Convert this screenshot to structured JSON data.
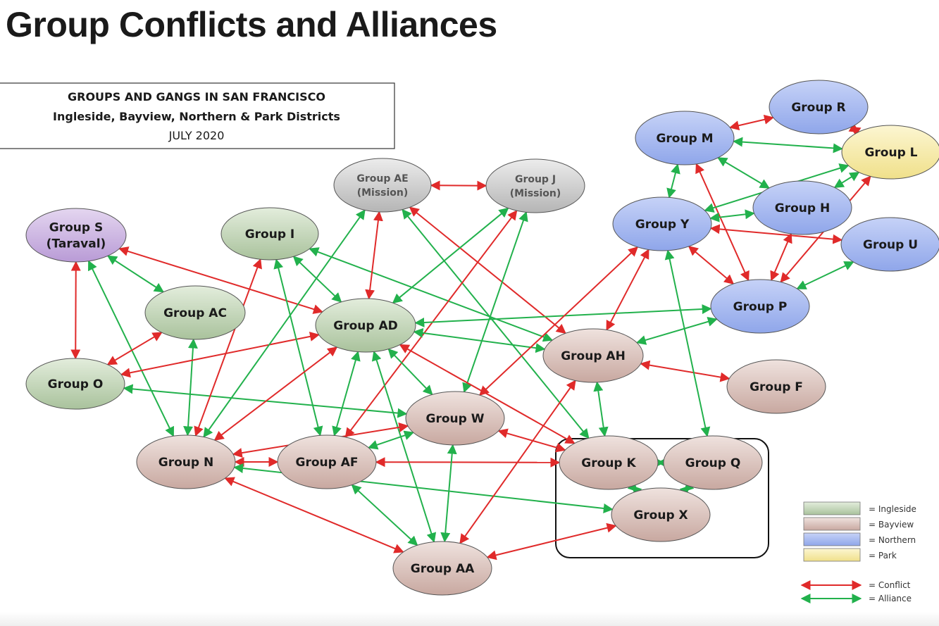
{
  "page": {
    "title": "Group Conflicts and Alliances"
  },
  "titlebox": {
    "line1": "GROUPS AND GANGS IN SAN FRANCISCO",
    "line2": "Ingleside, Bayview, Northern & Park Districts",
    "line3": "JULY 2020"
  },
  "colors": {
    "ingleside": "#b9cdb0",
    "bayview": "#d6bdb6",
    "northern": "#a8b8ee",
    "park": "#f6ecaa",
    "taraval": "#cbb3e0",
    "mission": "#cccccc",
    "conflict": "#e02a2a",
    "alliance": "#22b14c"
  },
  "nodes": [
    {
      "id": "S",
      "lines": [
        "Group S",
        "(Taraval)"
      ],
      "district": "taraval"
    },
    {
      "id": "I",
      "lines": [
        "Group I"
      ],
      "district": "ingleside"
    },
    {
      "id": "AE",
      "lines": [
        "Group AE",
        "(Mission)"
      ],
      "district": "mission"
    },
    {
      "id": "J",
      "lines": [
        "Group J",
        "(Mission)"
      ],
      "district": "mission"
    },
    {
      "id": "AC",
      "lines": [
        "Group AC"
      ],
      "district": "ingleside"
    },
    {
      "id": "AD",
      "lines": [
        "Group AD"
      ],
      "district": "ingleside"
    },
    {
      "id": "O",
      "lines": [
        "Group O"
      ],
      "district": "ingleside"
    },
    {
      "id": "N",
      "lines": [
        "Group N"
      ],
      "district": "bayview"
    },
    {
      "id": "AF",
      "lines": [
        "Group AF"
      ],
      "district": "bayview"
    },
    {
      "id": "W",
      "lines": [
        "Group W"
      ],
      "district": "bayview"
    },
    {
      "id": "AA",
      "lines": [
        "Group AA"
      ],
      "district": "bayview"
    },
    {
      "id": "AH",
      "lines": [
        "Group AH"
      ],
      "district": "bayview"
    },
    {
      "id": "F",
      "lines": [
        "Group F"
      ],
      "district": "bayview"
    },
    {
      "id": "K",
      "lines": [
        "Group K"
      ],
      "district": "bayview"
    },
    {
      "id": "Q",
      "lines": [
        "Group Q"
      ],
      "district": "bayview"
    },
    {
      "id": "X",
      "lines": [
        "Group X"
      ],
      "district": "bayview"
    },
    {
      "id": "M",
      "lines": [
        "Group M"
      ],
      "district": "northern"
    },
    {
      "id": "R",
      "lines": [
        "Group R"
      ],
      "district": "northern"
    },
    {
      "id": "L",
      "lines": [
        "Group L"
      ],
      "district": "park"
    },
    {
      "id": "H",
      "lines": [
        "Group H"
      ],
      "district": "northern"
    },
    {
      "id": "Y",
      "lines": [
        "Group Y"
      ],
      "district": "northern"
    },
    {
      "id": "U",
      "lines": [
        "Group U"
      ],
      "district": "northern"
    },
    {
      "id": "P",
      "lines": [
        "Group P"
      ],
      "district": "northern"
    }
  ],
  "edges": [
    {
      "from": "S",
      "to": "O",
      "type": "conflict"
    },
    {
      "from": "S",
      "to": "AD",
      "type": "conflict"
    },
    {
      "from": "S",
      "to": "AC",
      "type": "alliance"
    },
    {
      "from": "S",
      "to": "N",
      "type": "alliance"
    },
    {
      "from": "AC",
      "to": "O",
      "type": "conflict"
    },
    {
      "from": "AC",
      "to": "N",
      "type": "alliance"
    },
    {
      "from": "O",
      "to": "AD",
      "type": "conflict"
    },
    {
      "from": "O",
      "to": "W",
      "type": "alliance"
    },
    {
      "from": "I",
      "to": "N",
      "type": "conflict"
    },
    {
      "from": "I",
      "to": "AD",
      "type": "alliance"
    },
    {
      "from": "I",
      "to": "AF",
      "type": "alliance"
    },
    {
      "from": "I",
      "to": "AH",
      "type": "alliance"
    },
    {
      "from": "AE",
      "to": "J",
      "type": "conflict"
    },
    {
      "from": "AE",
      "to": "AD",
      "type": "conflict"
    },
    {
      "from": "AE",
      "to": "N",
      "type": "alliance"
    },
    {
      "from": "AE",
      "to": "AH",
      "type": "conflict"
    },
    {
      "from": "AE",
      "to": "K",
      "type": "alliance"
    },
    {
      "from": "J",
      "to": "AD",
      "type": "alliance"
    },
    {
      "from": "J",
      "to": "W",
      "type": "alliance"
    },
    {
      "from": "J",
      "to": "AF",
      "type": "conflict"
    },
    {
      "from": "AD",
      "to": "N",
      "type": "conflict"
    },
    {
      "from": "AD",
      "to": "AF",
      "type": "alliance"
    },
    {
      "from": "AD",
      "to": "W",
      "type": "alliance"
    },
    {
      "from": "AD",
      "to": "AA",
      "type": "alliance"
    },
    {
      "from": "AD",
      "to": "AH",
      "type": "alliance"
    },
    {
      "from": "AD",
      "to": "P",
      "type": "alliance"
    },
    {
      "from": "AD",
      "to": "K",
      "type": "conflict"
    },
    {
      "from": "N",
      "to": "W",
      "type": "conflict"
    },
    {
      "from": "N",
      "to": "AF",
      "type": "conflict"
    },
    {
      "from": "N",
      "to": "AA",
      "type": "conflict"
    },
    {
      "from": "N",
      "to": "X",
      "type": "alliance"
    },
    {
      "from": "AF",
      "to": "W",
      "type": "alliance"
    },
    {
      "from": "AF",
      "to": "AA",
      "type": "alliance"
    },
    {
      "from": "AF",
      "to": "K",
      "type": "conflict"
    },
    {
      "from": "W",
      "to": "AA",
      "type": "alliance"
    },
    {
      "from": "W",
      "to": "K",
      "type": "conflict"
    },
    {
      "from": "W",
      "to": "Y",
      "type": "conflict"
    },
    {
      "from": "AA",
      "to": "AH",
      "type": "conflict"
    },
    {
      "from": "AA",
      "to": "X",
      "type": "conflict"
    },
    {
      "from": "AH",
      "to": "F",
      "type": "conflict"
    },
    {
      "from": "AH",
      "to": "K",
      "type": "alliance"
    },
    {
      "from": "AH",
      "to": "Y",
      "type": "conflict"
    },
    {
      "from": "AH",
      "to": "P",
      "type": "alliance"
    },
    {
      "from": "K",
      "to": "Q",
      "type": "alliance"
    },
    {
      "from": "K",
      "to": "X",
      "type": "alliance"
    },
    {
      "from": "Q",
      "to": "X",
      "type": "alliance"
    },
    {
      "from": "Q",
      "to": "Y",
      "type": "alliance"
    },
    {
      "from": "M",
      "to": "R",
      "type": "conflict"
    },
    {
      "from": "M",
      "to": "L",
      "type": "alliance"
    },
    {
      "from": "M",
      "to": "H",
      "type": "alliance"
    },
    {
      "from": "M",
      "to": "Y",
      "type": "alliance"
    },
    {
      "from": "M",
      "to": "P",
      "type": "conflict"
    },
    {
      "from": "R",
      "to": "L",
      "type": "conflict"
    },
    {
      "from": "L",
      "to": "H",
      "type": "alliance"
    },
    {
      "from": "L",
      "to": "Y",
      "type": "alliance"
    },
    {
      "from": "L",
      "to": "P",
      "type": "conflict"
    },
    {
      "from": "H",
      "to": "Y",
      "type": "alliance"
    },
    {
      "from": "H",
      "to": "P",
      "type": "conflict"
    },
    {
      "from": "Y",
      "to": "U",
      "type": "conflict"
    },
    {
      "from": "Y",
      "to": "P",
      "type": "conflict"
    },
    {
      "from": "U",
      "to": "P",
      "type": "alliance"
    }
  ],
  "legend": {
    "districts": [
      {
        "key": "ingleside",
        "label": "= Ingleside"
      },
      {
        "key": "bayview",
        "label": "= Bayview"
      },
      {
        "key": "northern",
        "label": "= Northern"
      },
      {
        "key": "park",
        "label": "= Park"
      }
    ],
    "relations": [
      {
        "key": "conflict",
        "label": "= Conflict"
      },
      {
        "key": "alliance",
        "label": "= Alliance"
      }
    ]
  }
}
